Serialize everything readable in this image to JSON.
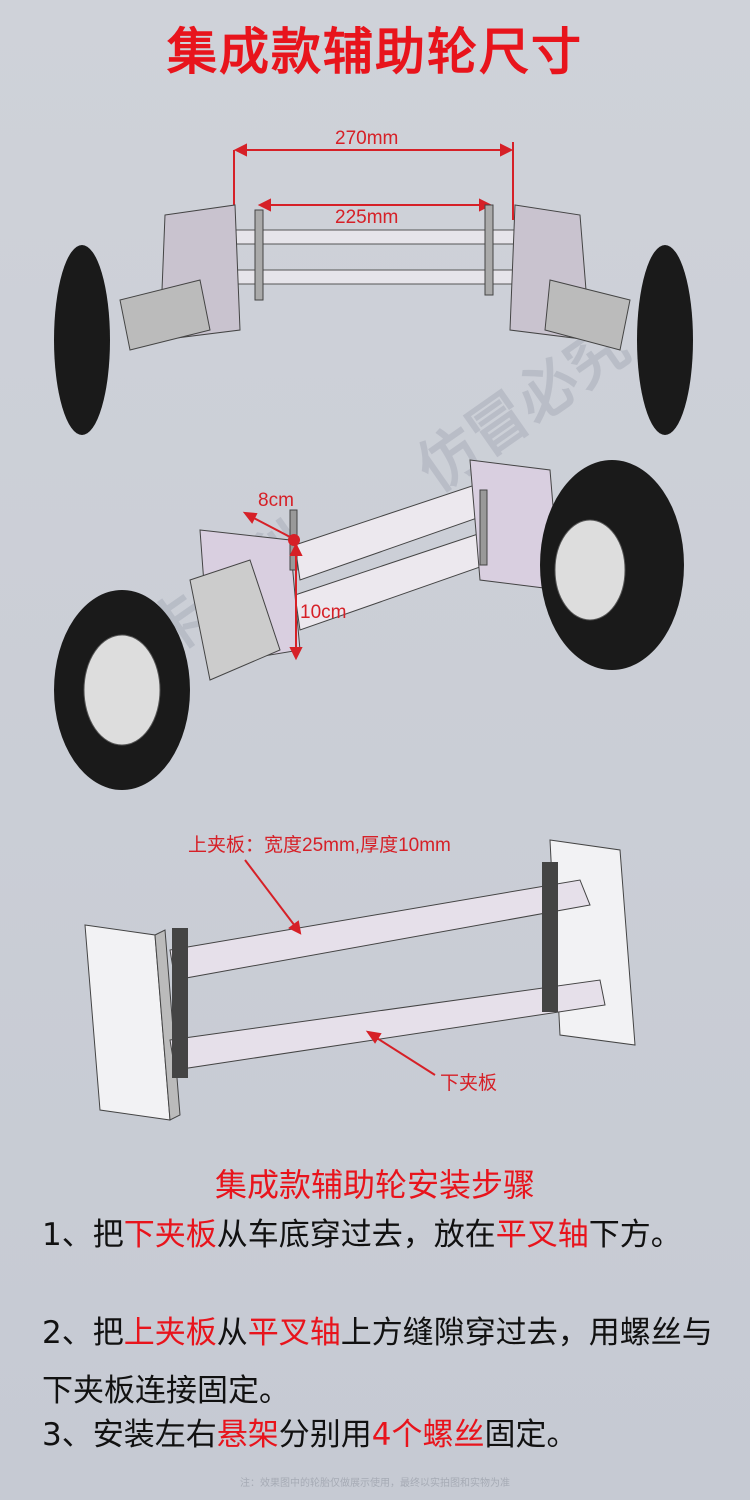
{
  "title": "集成款辅助轮尺寸",
  "dims": {
    "outer": "270mm",
    "inner": "225mm",
    "depth": "8cm",
    "height": "10cm"
  },
  "labels": {
    "upper_plate": "上夹板：宽度25mm,厚度10mm",
    "lower_plate": "下夹板"
  },
  "watermark": "欧卡专利 仿冒必究",
  "install": {
    "title": "集成款辅助轮安装步骤",
    "steps": [
      {
        "a": "1、把",
        "b": "下夹板",
        "c": "从车底穿过去，放在",
        "d": "平叉轴",
        "e": "下方。"
      },
      {
        "a": "2、把",
        "b": "上夹板",
        "c": "从",
        "d": "平叉轴",
        "e": "上方缝隙穿过去，用螺丝与下夹板连接固定。"
      },
      {
        "a": "3、安装左右",
        "b": "悬架",
        "c": "分别用",
        "d": "4个螺丝",
        "e": "固定。"
      }
    ]
  },
  "note": "注：效果图中的轮胎仅做展示使用，最终以实拍图和实物为准",
  "colors": {
    "accent": "#e8141c",
    "plate": "#d9cfe0"
  }
}
